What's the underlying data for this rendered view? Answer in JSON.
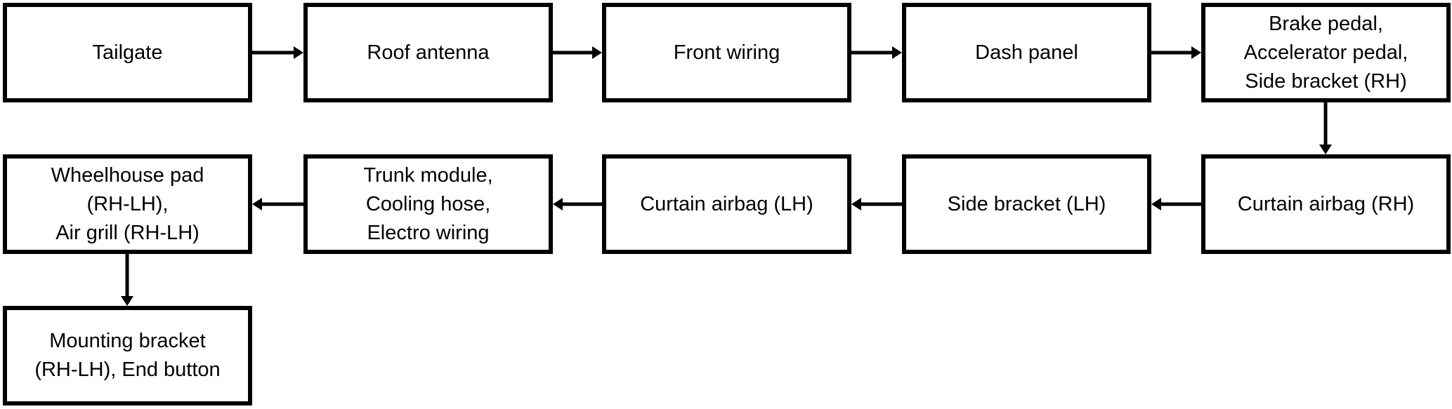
{
  "diagram": {
    "steps": [
      {
        "label": "Tailgate"
      },
      {
        "label": "Roof antenna"
      },
      {
        "label": "Front wiring"
      },
      {
        "label": "Dash panel"
      },
      {
        "label": "Brake pedal,\nAccelerator pedal,\nSide bracket (RH)"
      },
      {
        "label": "Curtain airbag (RH)"
      },
      {
        "label": "Side bracket (LH)"
      },
      {
        "label": "Curtain airbag (LH)"
      },
      {
        "label": "Trunk module,\nCooling hose,\nElectro wiring"
      },
      {
        "label": "Wheelhouse pad\n(RH-LH),\nAir grill (RH-LH)"
      },
      {
        "label": "Mounting bracket\n(RH-LH), End button"
      }
    ],
    "colors": {
      "border": "#000000",
      "background": "#ffffff",
      "text": "#000000"
    }
  }
}
